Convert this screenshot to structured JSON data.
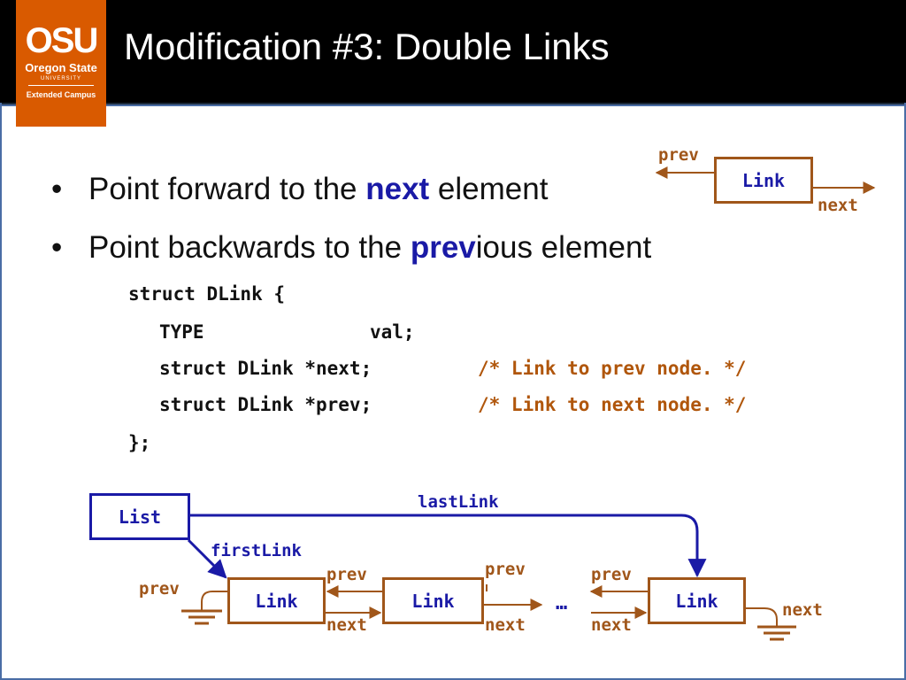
{
  "logo": {
    "abbr": "OSU",
    "name": "Oregon State",
    "university": "UNIVERSITY",
    "campus": "Extended Campus"
  },
  "title": "Modification #3: Double Links",
  "bullets": [
    {
      "marker": "•",
      "before": "Point forward to the ",
      "keyword": "next",
      "after": " element"
    },
    {
      "marker": "•",
      "before": "Point backwards to the ",
      "keyword": "prev",
      "after": "ious element"
    }
  ],
  "code": {
    "line1": "struct DLink {",
    "line2_type": "TYPE",
    "line2_val": "val;",
    "line3": "struct DLink *next;",
    "line3_comment": "/* Link to prev node. */",
    "line4": "struct DLink *prev;",
    "line4_comment": "/* Link to next node. */",
    "line5": "};"
  },
  "legend": {
    "box": "Link",
    "prev": "prev",
    "next": "next"
  },
  "diagram": {
    "list_box": "List",
    "last_link": "lastLink",
    "first_link": "firstLink",
    "links": [
      "Link",
      "Link",
      "Link"
    ],
    "prev": "prev",
    "next": "next",
    "ellipsis": "…"
  },
  "colors": {
    "header": "#000000",
    "logo_orange": "#d95a00",
    "frame_blue": "#4a6da5",
    "keyword_blue": "#1a1aa6",
    "link_brown": "#a0561a",
    "comment_orange": "#b0560b"
  }
}
